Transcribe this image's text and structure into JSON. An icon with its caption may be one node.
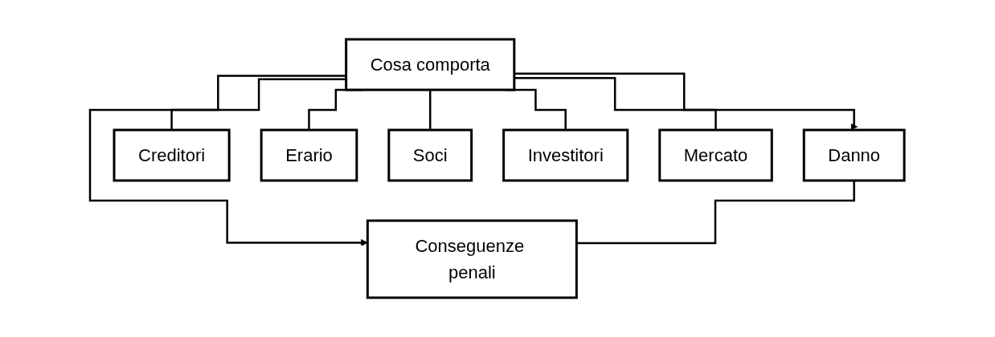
{
  "diagram": {
    "nodes": [
      {
        "text": [
          "Cosa comporta"
        ]
      },
      {
        "text": [
          "Danno"
        ]
      },
      {
        "text": [
          "Conseguenze penali"
        ]
      },
      {
        "text": [
          "Creditori"
        ]
      },
      {
        "text": [
          "Erario"
        ]
      },
      {
        "text": [
          "Soci"
        ]
      },
      {
        "text": [
          "Investitori"
        ]
      },
      {
        "text": [
          "Mercato"
        ]
      }
    ],
    "edges": [
      {
        "from": 0,
        "to": 1,
        "arrow": "to"
      },
      {
        "from": 0,
        "to": 2,
        "arrow": "to"
      },
      {
        "from": 1,
        "to": 2,
        "arrow": "none"
      },
      {
        "from": 0,
        "to": 3,
        "arrow": "none"
      },
      {
        "from": 0,
        "to": 4,
        "arrow": "none"
      },
      {
        "from": 0,
        "to": 5,
        "arrow": "none"
      },
      {
        "from": 0,
        "to": 6,
        "arrow": "none"
      },
      {
        "from": 0,
        "to": 7,
        "arrow": "none"
      }
    ]
  }
}
